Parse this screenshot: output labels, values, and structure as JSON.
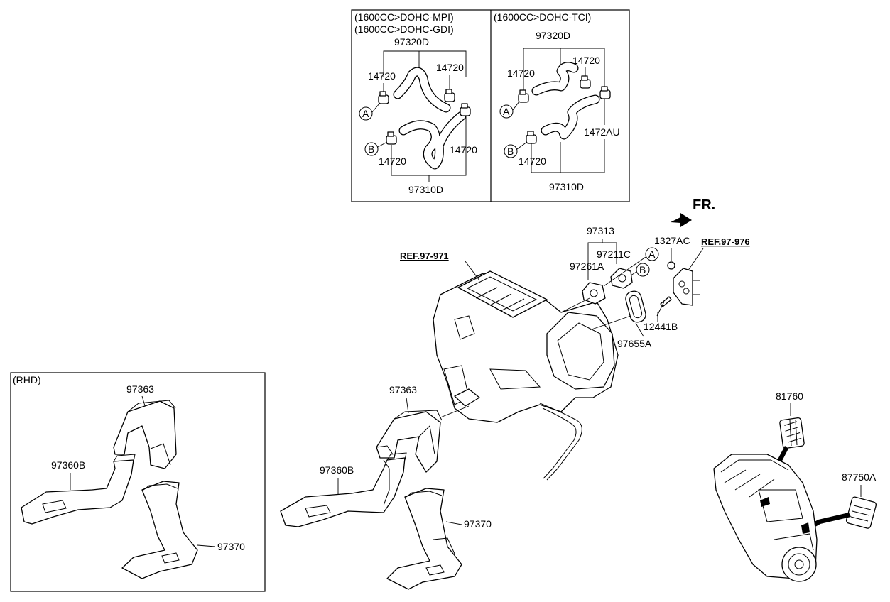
{
  "diagram": {
    "inset_left": {
      "title_line1": "(1600CC>DOHC-MPI)",
      "title_line2": "(1600CC>DOHC-GDI)",
      "hose_upper": "97320D",
      "clamp_ul": "14720",
      "clamp_ur": "14720",
      "clamp_lr": "14720",
      "clamp_ll": "14720",
      "hose_lower": "97310D",
      "marker_a": "A",
      "marker_b": "B"
    },
    "inset_right": {
      "title": "(1600CC>DOHC-TCI)",
      "hose_upper": "97320D",
      "clamp_ul": "14720",
      "clamp_ur": "14720",
      "clamp_alt": "1472AU",
      "clamp_ll": "14720",
      "hose_lower": "97310D",
      "marker_a": "A",
      "marker_b": "B"
    },
    "main": {
      "fr": "FR.",
      "ref_971": "REF.97-971",
      "ref_976": "REF.97-976",
      "p97313": "97313",
      "p97211c": "97211C",
      "p97261a": "97261A",
      "p1327ac": "1327AC",
      "p12441b": "12441B",
      "p97655a": "97655A",
      "marker_a": "A",
      "marker_b": "B",
      "p97363": "97363",
      "p97360b": "97360B",
      "p97370": "97370"
    },
    "rhd": {
      "title": "(RHD)",
      "p97363": "97363",
      "p97360b": "97360B",
      "p97370": "97370"
    },
    "vehicle": {
      "p81760": "81760",
      "p87750a": "87750A"
    }
  }
}
